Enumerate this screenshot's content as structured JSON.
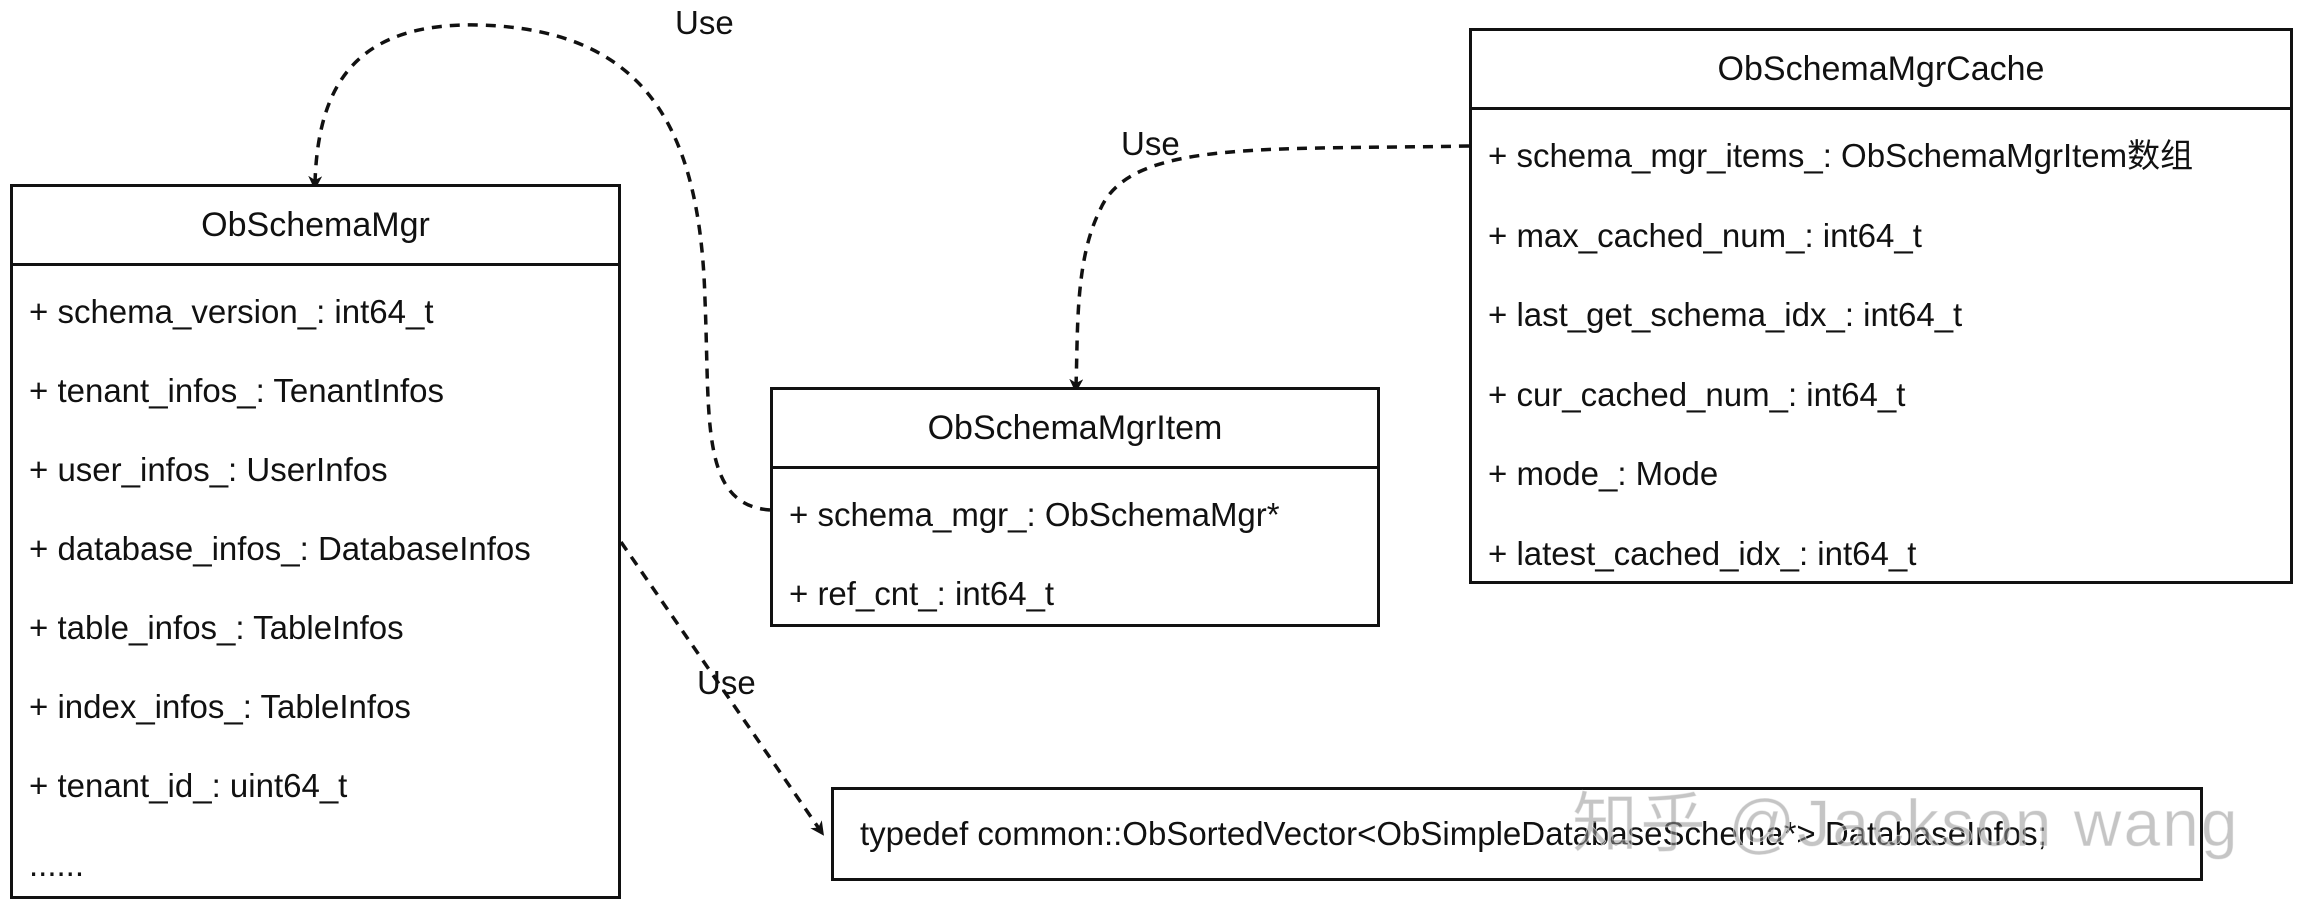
{
  "boxes": {
    "mgr": {
      "title": "ObSchemaMgr",
      "fields": [
        "+ schema_version_: int64_t",
        "+ tenant_infos_: TenantInfos",
        "+ user_infos_: UserInfos",
        "+ database_infos_: DatabaseInfos",
        "+ table_infos_: TableInfos",
        "+ index_infos_: TableInfos",
        "+ tenant_id_: uint64_t",
        "......"
      ]
    },
    "item": {
      "title": "ObSchemaMgrItem",
      "fields": [
        "+ schema_mgr_: ObSchemaMgr*",
        "+ ref_cnt_: int64_t"
      ]
    },
    "cache": {
      "title": "ObSchemaMgrCache",
      "fields": [
        "+ schema_mgr_items_: ObSchemaMgrItem数组",
        "+ max_cached_num_: int64_t",
        "+ last_get_schema_idx_: int64_t",
        "+ cur_cached_num_: int64_t",
        "+ mode_: Mode",
        "+ latest_cached_idx_: int64_t"
      ]
    },
    "typedef": {
      "text": "typedef common::ObSortedVector<ObSimpleDatabaseSchema*> DatabaseInfos;"
    }
  },
  "edges": [
    {
      "label": "Use"
    },
    {
      "label": "Use"
    },
    {
      "label": "Use"
    }
  ],
  "watermark": "知乎 @Jackson wang",
  "colors": {
    "stroke": "#111111",
    "background": "#ffffff",
    "watermark": "#969696"
  }
}
